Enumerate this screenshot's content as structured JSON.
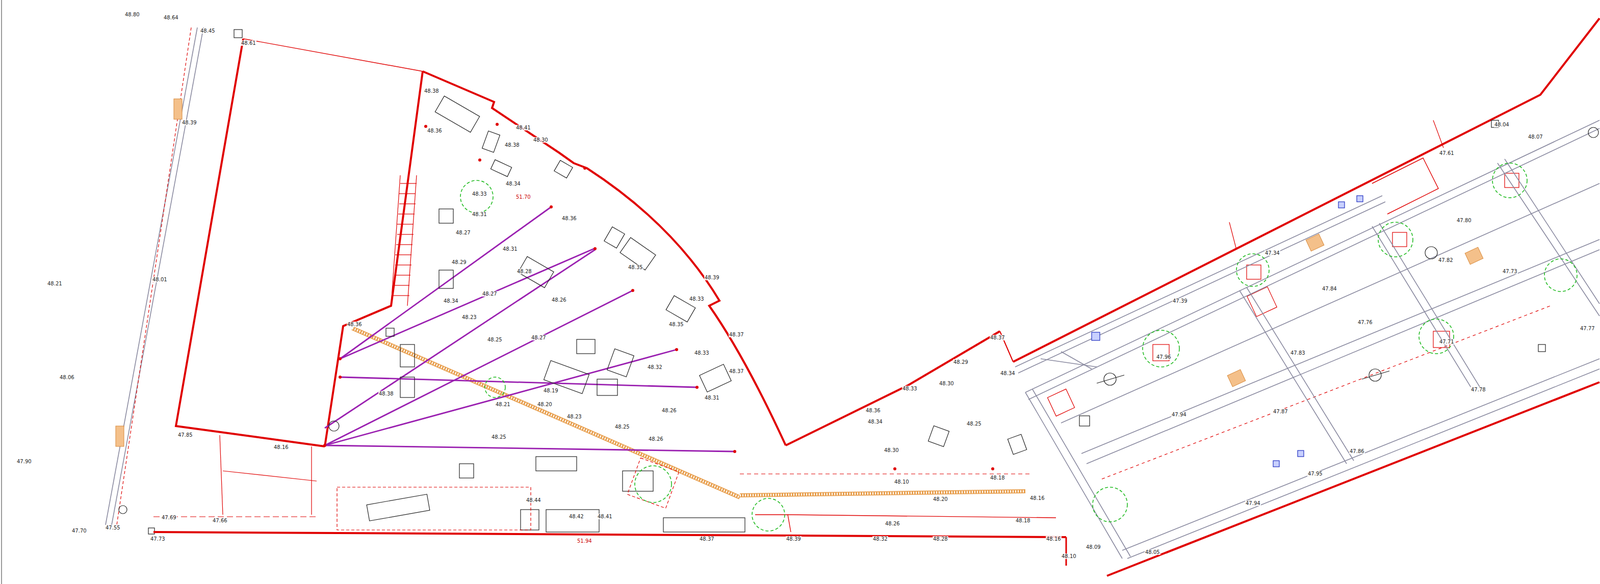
{
  "diagram": {
    "labels": [
      "48.80",
      "48.64",
      "48.45",
      "48.61",
      "48.39",
      "48.21",
      "48.01",
      "48.06",
      "47.90",
      "47.70",
      "47.55",
      "47.73",
      "47.69",
      "47.66",
      "47.85",
      "48.16",
      "48.38",
      "48.36",
      "48.33",
      "48.31",
      "48.34",
      "51.70",
      "48.36",
      "48.27",
      "48.29",
      "48.31",
      "48.28",
      "48.34",
      "48.27",
      "48.23",
      "48.26",
      "48.27",
      "48.25",
      "48.19",
      "48.20",
      "48.23",
      "48.25",
      "48.26",
      "48.26",
      "48.31",
      "48.33",
      "48.32",
      "48.37",
      "48.39",
      "48.41",
      "48.30",
      "48.38",
      "48.37",
      "48.35",
      "48.29",
      "48.33",
      "48.36",
      "48.34",
      "48.30",
      "48.25",
      "48.30",
      "48.10",
      "48.18",
      "48.16",
      "48.20",
      "48.26",
      "48.32",
      "48.28",
      "48.18",
      "48.16",
      "48.10",
      "48.09",
      "48.05",
      "48.39",
      "47.94",
      "47.84",
      "47.76",
      "47.80",
      "47.73",
      "47.78",
      "47.61",
      "47.34",
      "47.39",
      "47.83",
      "47.87",
      "47.95",
      "47.86",
      "47.77",
      "47.94",
      "48.07",
      "48.04",
      "48.37",
      "48.34",
      "48.36",
      "48.38",
      "48.35",
      "48.33",
      "48.44",
      "48.42",
      "51.94",
      "48.37",
      "48.41",
      "48.21",
      "48.25",
      "47.96",
      "47.71",
      "47.82"
    ]
  }
}
